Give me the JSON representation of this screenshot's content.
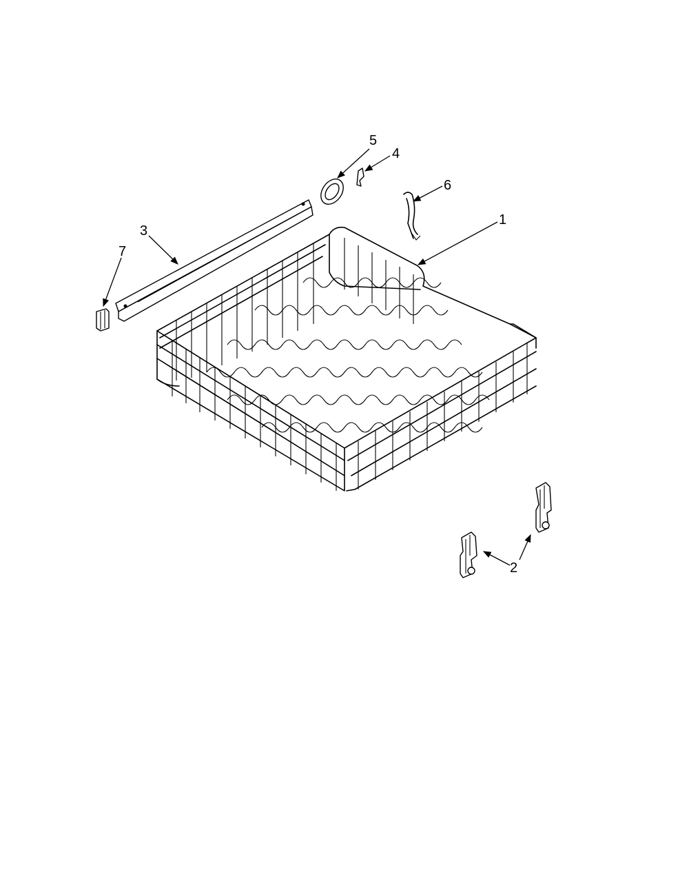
{
  "callouts": [
    {
      "id": "1",
      "label": "1"
    },
    {
      "id": "2",
      "label": "2"
    },
    {
      "id": "3",
      "label": "3"
    },
    {
      "id": "4",
      "label": "4"
    },
    {
      "id": "5",
      "label": "5"
    },
    {
      "id": "6",
      "label": "6"
    },
    {
      "id": "7",
      "label": "7"
    }
  ],
  "parts": {
    "1": "dishrack",
    "2": "rack-adjuster",
    "3": "rack-rail",
    "4": "clip",
    "5": "wheel",
    "6": "wire",
    "7": "end-cap"
  }
}
